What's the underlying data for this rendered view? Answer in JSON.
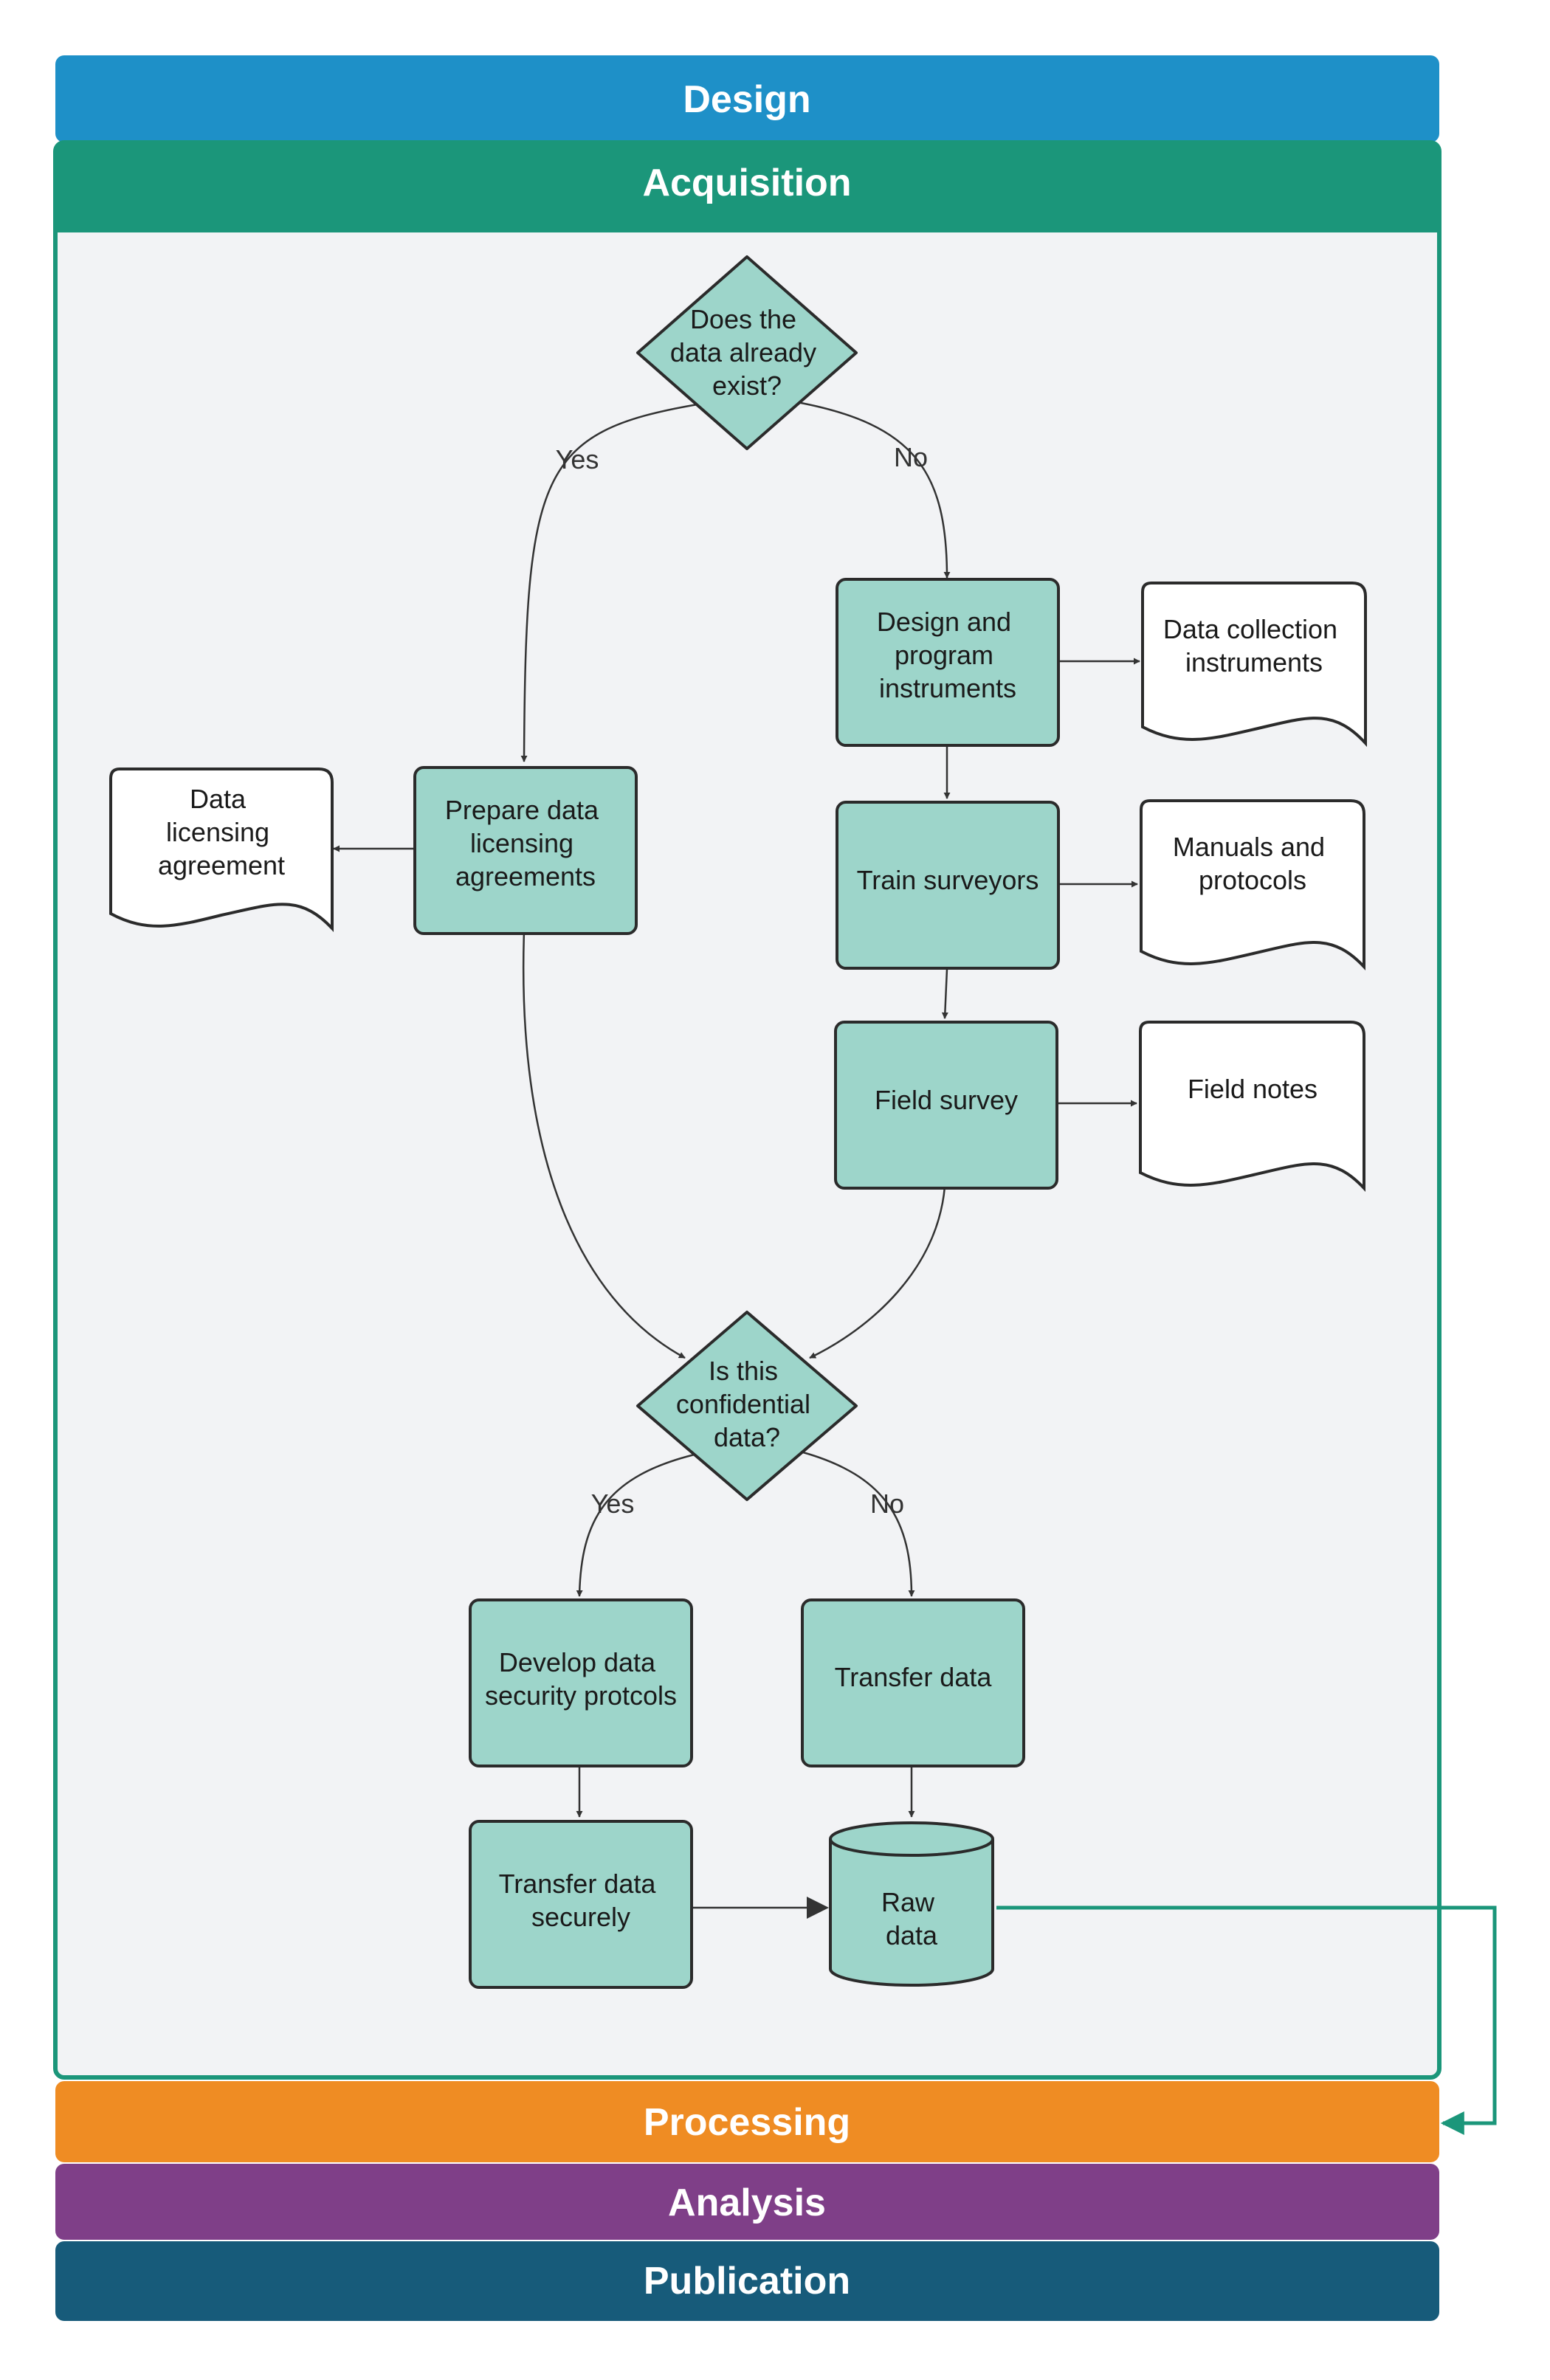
{
  "phases": {
    "design": "Design",
    "acquisition": "Acquisition",
    "processing": "Processing",
    "analysis": "Analysis",
    "publication": "Publication"
  },
  "nodes": {
    "exists_decision": [
      "Does the",
      "data already",
      "exist?"
    ],
    "prepare_licensing": [
      "Prepare data",
      "licensing",
      "agreements"
    ],
    "licensing_doc": [
      "Data",
      "licensing",
      "agreement"
    ],
    "design_instruments": [
      "Design and",
      "program",
      "instruments"
    ],
    "instruments_doc": [
      "Data collection",
      "instruments"
    ],
    "train_surveyors": [
      "Train surveyors"
    ],
    "manuals_doc": [
      "Manuals and",
      "protocols"
    ],
    "field_survey": [
      "Field survey"
    ],
    "field_notes_doc": [
      "Field notes"
    ],
    "confidential_decision": [
      "Is this",
      "confidential",
      "data?"
    ],
    "develop_security": [
      "Develop data",
      "security protcols"
    ],
    "transfer_data": [
      "Transfer data"
    ],
    "transfer_securely": [
      "Transfer data",
      "securely"
    ],
    "raw_data": [
      "Raw",
      "data"
    ]
  },
  "edges": {
    "yes": "Yes",
    "no": "No"
  },
  "colors": {
    "design": "#1e90c8",
    "acquisition": "#1b967a",
    "panel_bg": "#f2f3f5",
    "processing": "#ef8c23",
    "analysis": "#7f3f88",
    "publication": "#175b7a",
    "node_fill": "#9dd5ca",
    "connector": "#1b967a"
  }
}
